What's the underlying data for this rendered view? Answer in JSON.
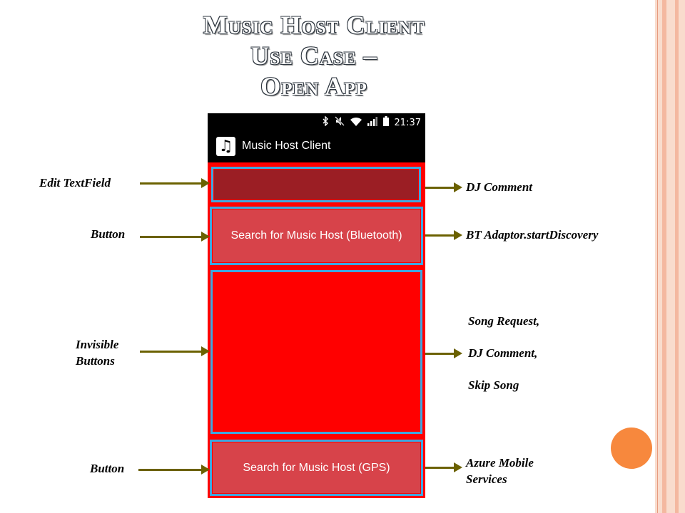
{
  "slide": {
    "title_lines": [
      "Music Host Client",
      "Use Case –",
      "Open App"
    ]
  },
  "phone": {
    "status_time": "21:37",
    "app_title": "Music Host Client",
    "buttons": {
      "bluetooth_label": "Search for Music Host (Bluetooth)",
      "gps_label": "Search for Music Host (GPS)"
    }
  },
  "annotations": {
    "left": {
      "edit_textfield": "Edit TextField",
      "button_1": "Button",
      "invisible_buttons_line1": "Invisible",
      "invisible_buttons_line2": "Buttons",
      "button_2": "Button"
    },
    "right": {
      "dj_comment": "DJ Comment",
      "bt_adaptor": "BT Adaptor.startDiscovery",
      "song_request": "Song Request,",
      "dj_comment_2": "DJ Comment,",
      "skip_song": "Skip Song",
      "azure_line1": "Azure Mobile",
      "azure_line2": "Services"
    }
  },
  "colors": {
    "app_background": "#ff0000",
    "edit_field": "#9b1e24",
    "button": "#d7434a",
    "highlight": "#3fa7e0",
    "arrow": "#6b6100",
    "accent_dot": "#f7883d"
  },
  "icons": [
    "music-note-icon",
    "bluetooth-icon",
    "mute-icon",
    "wifi-icon",
    "signal-icon",
    "battery-icon"
  ]
}
